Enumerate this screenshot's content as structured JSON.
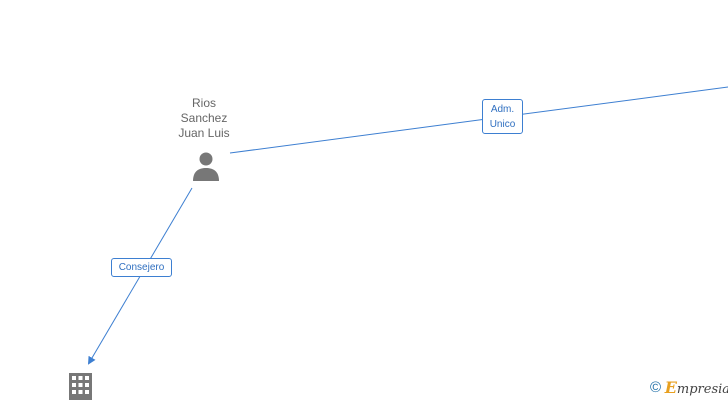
{
  "person": {
    "name_lines": [
      "Rios",
      "Sanchez",
      "Juan Luis"
    ]
  },
  "edges": {
    "adm_unico": [
      "Adm.",
      "Unico"
    ],
    "consejero": "Consejero"
  },
  "watermark": {
    "symbol": "©",
    "brand_initial": "E",
    "brand_rest": "mpresia"
  },
  "icons": {
    "person": "person-icon",
    "company": "building-icon"
  },
  "colors": {
    "edge": "#3d7fd1",
    "icon": "#777777"
  }
}
